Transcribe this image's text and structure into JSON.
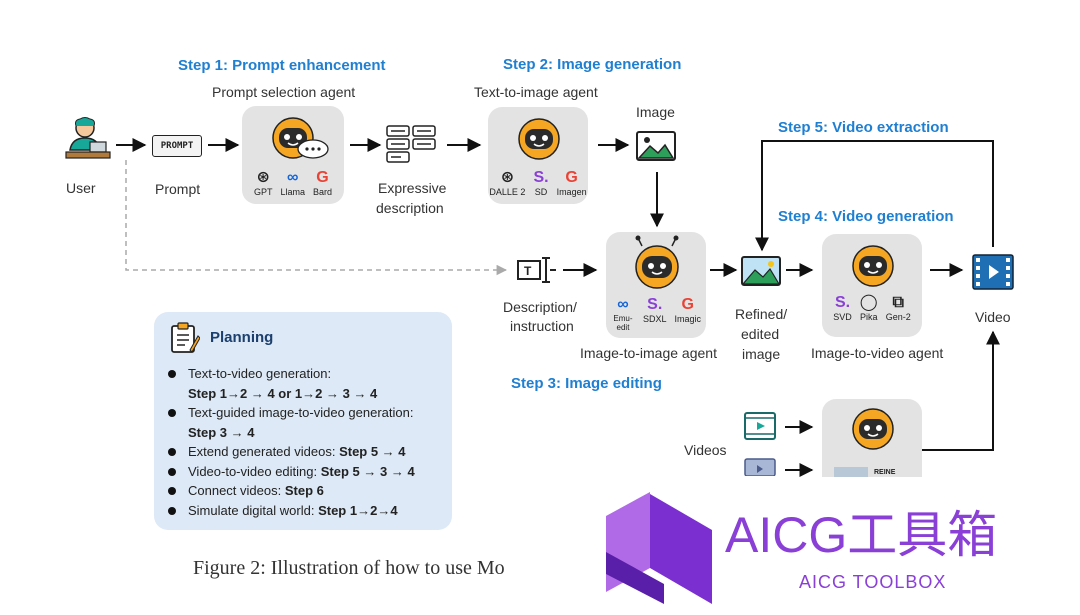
{
  "steps": {
    "s1": "Step 1: Prompt enhancement",
    "s2": "Step 2: Image generation",
    "s3": "Step 3: Image editing",
    "s4": "Step 4: Video generation",
    "s5": "Step 5: Video extraction"
  },
  "labels": {
    "user": "User",
    "prompt": "Prompt",
    "prompt_badge": "PROMPT",
    "prompt_agent": "Prompt selection agent",
    "expressive_1": "Expressive",
    "expressive_2": "description",
    "t2i_agent": "Text-to-image agent",
    "image": "Image",
    "desc_1": "Description/",
    "desc_2": "instruction",
    "i2i_agent": "Image-to-image agent",
    "refined_1": "Refined/",
    "refined_2": "edited",
    "refined_3": "image",
    "i2v_agent": "Image-to-video agent",
    "video": "Video",
    "videos": "Videos"
  },
  "logos": {
    "prompt_agent": [
      "GPT",
      "Llama",
      "Bard"
    ],
    "t2i_agent": [
      "DALLE 2",
      "SD",
      "Imagen"
    ],
    "i2i_agent": [
      "Emu-edit",
      "SDXL",
      "Imagic"
    ],
    "i2v_agent": [
      "SVD",
      "Pika",
      "Gen-2"
    ],
    "v2v_partial": "REINE"
  },
  "planning": {
    "title": "Planning",
    "items": [
      {
        "text": "Text-to-video generation:",
        "bullet": true
      },
      {
        "text": "Step 1→2 → 4  or 1→2 → 3 → 4",
        "bullet": false,
        "bold": true
      },
      {
        "text": "Text-guided image-to-video generation:",
        "bullet": true
      },
      {
        "text": "Step 3 → 4",
        "bullet": false,
        "bold": true
      },
      {
        "text": "Extend generated videos:",
        "suffix": "Step 5 → 4",
        "bullet": true
      },
      {
        "text": "Video-to-video editing:",
        "suffix": "Step 5 → 3 → 4",
        "bullet": true
      },
      {
        "text": "Connect videos:",
        "suffix": "Step 6",
        "bullet": true
      },
      {
        "text": "Simulate digital world:",
        "suffix": "Step 1→2→4",
        "bullet": true
      }
    ]
  },
  "caption": "Figure 2: Illustration of how to use Mo",
  "watermark": {
    "title": "AICG工具箱",
    "subtitle": "AICG TOOLBOX"
  },
  "colors": {
    "step_blue": "#1f7fd0",
    "robot_orange": "#f5a623",
    "planning_bg": "#dde9f6",
    "card_gray": "#e3e3e3",
    "watermark_purple": "#8a3fd6"
  }
}
